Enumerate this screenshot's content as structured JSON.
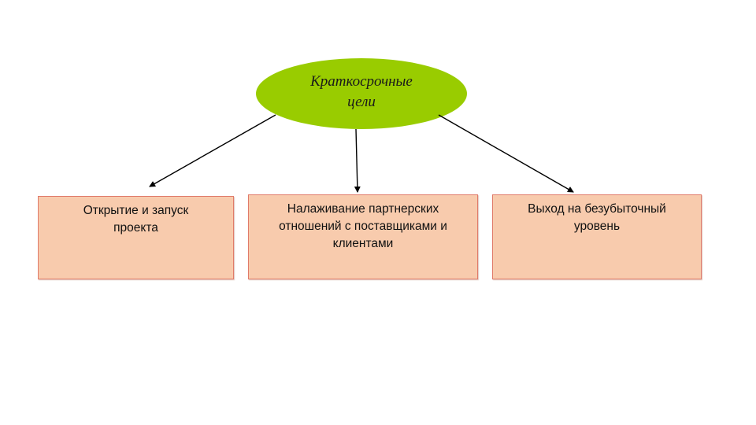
{
  "diagram": {
    "root": {
      "label_line1": "Краткосрочные",
      "label_line2": "цели"
    },
    "children": [
      {
        "label_line1": "Открытие и запуск",
        "label_line2": "проекта"
      },
      {
        "label_line1": "Налаживание партнерских",
        "label_line2": "отношений с поставщиками и",
        "label_line3": "клиентами"
      },
      {
        "label_line1": "Выход на безубыточный",
        "label_line2": "уровень"
      }
    ]
  },
  "colors": {
    "root_fill": "#99cc00",
    "box_fill": "#f8cbad",
    "box_border": "#e07b6a",
    "arrow": "#000000"
  }
}
